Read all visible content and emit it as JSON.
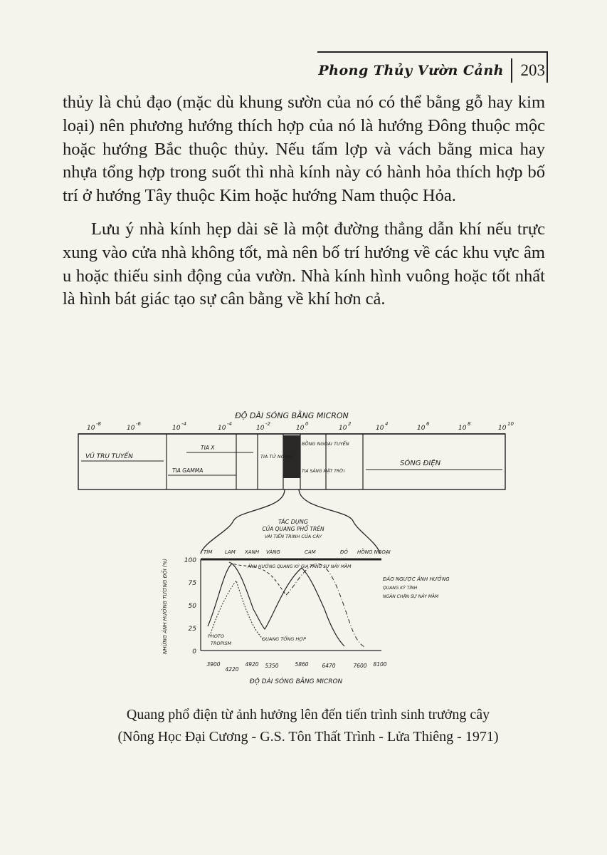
{
  "header": {
    "title": "Phong Thủy Vườn Cảnh",
    "page_number": "203"
  },
  "body": {
    "paragraph_1": "thủy là chủ đạo (mặc dù khung sườn của nó có thể bằng gỗ hay kim loại) nên phương hướng thích hợp của nó là hướng Đông thuộc mộc hoặc hướng Bắc thuộc thủy. Nếu tấm lợp và vách bằng mica hay nhựa tổng hợp trong suốt thì nhà kính này có hành hỏa thích hợp bố trí ở hướng Tây thuộc Kim hoặc hướng Nam thuộc Hỏa.",
    "paragraph_2": "Lưu ý nhà kính hẹp dài sẽ  là một đường thẳng dẫn khí  nếu trực xung vào cửa nhà không tốt, mà nên bố trí hướng về các khu vực âm u hoặc thiếu sinh động của vườn. Nhà kính hình vuông hoặc tốt nhất là hình bát giác tạo sự cân bằng về khí hơn cả."
  },
  "figure": {
    "top_title": "ĐỘ DÀI SÓNG BẰNG MICRON",
    "scale_exponents": [
      "-8",
      "-6",
      "-4",
      "-4",
      "-2",
      "0",
      "2",
      "4",
      "6",
      "8",
      "10"
    ],
    "regions": {
      "cosmic": "VŨ TRỤ TUYẾN",
      "xray": "TIA X",
      "gamma": "TIA GAMMA",
      "uv": "TIA TỬ NGOẠI",
      "ir": "BỒNG NGOẠI TUYẾN",
      "sun": "TIA SÁNG MẶT TRỜI",
      "radio": "SÓNG ĐIỆN"
    },
    "effect_title_1": "TÁC DỤNG",
    "effect_title_2": "CỦA QUANG PHỔ TRÊN",
    "effect_title_3": "VÀI TIẾN TRÌNH CỦA CÂY",
    "colors": [
      "TÍM",
      "LAM",
      "XANH",
      "VÀNG",
      "CAM",
      "ĐỎ",
      "HỒNG NGOẠI"
    ],
    "y_axis_label": "NHỮNG ẢNH HƯỞNG TƯƠNG ĐỐI (%)",
    "y_ticks": [
      "100",
      "75",
      "50",
      "25",
      "0"
    ],
    "x_ticks_top": [
      "3900",
      "4920",
      "5350",
      "5860",
      "6470",
      "7600",
      "8100"
    ],
    "x_ticks_bottom": [
      "4220"
    ],
    "x_axis_title": "ĐỘ DÀI SÓNG BẰNG MICRON",
    "curve_labels": {
      "germination": "ẢNH HƯỞNG QUANG KỲ GIA TĂNG SỰ NẢY MẦM",
      "inhibition_1": "ĐẢO NGƯỢC ẢNH HƯỞNG",
      "inhibition_2": "QUANG KỲ TÍNH",
      "inhibition_3": "NGĂN CHẶN SỰ NẢY MẦM",
      "phototropism_1": "PHOTO",
      "phototropism_2": "TROPISM",
      "photosynthesis": "QUANG TỔNG HỢP"
    }
  },
  "caption": {
    "line_1": "Quang phổ điện từ ảnh hưởng lên đến tiến trình sinh trưởng cây",
    "line_2": "(Nông Học Đại Cương - G.S. Tôn Thất Trình - Lửa Thiêng - 1971)"
  }
}
